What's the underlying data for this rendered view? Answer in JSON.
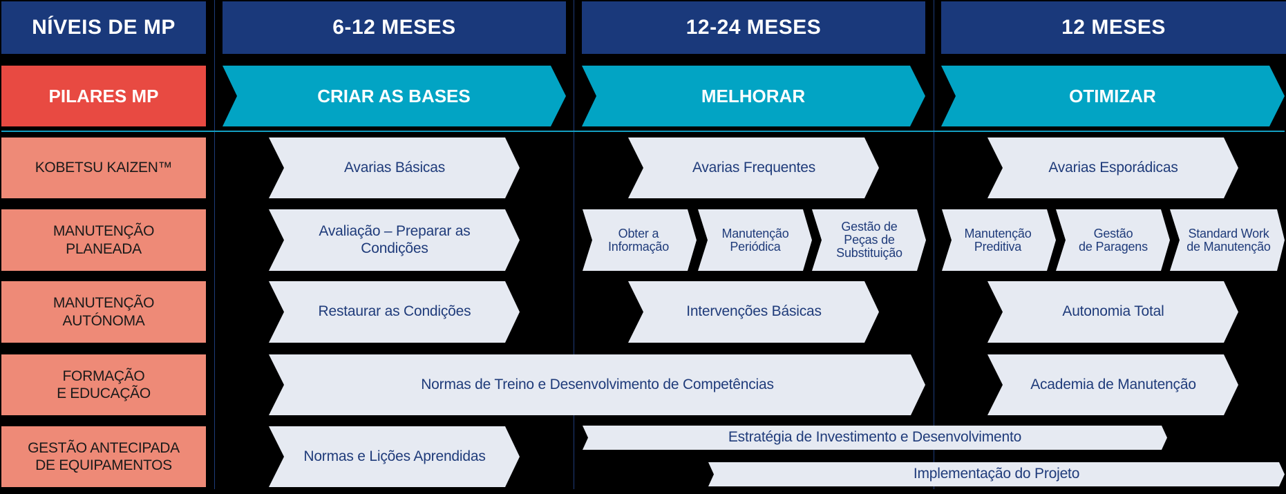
{
  "header": {
    "levels_label": "NÍVEIS DE MP",
    "pillars_label": "PILARES MP",
    "periods": [
      "6-12 MESES",
      "12-24 MESES",
      "12 MESES"
    ],
    "phases": [
      "CRIAR AS BASES",
      "MELHORAR",
      "OTIMIZAR"
    ]
  },
  "pillars": [
    "KOBETSU KAIZEN™",
    "MANUTENÇÃO\nPLANEADA",
    "MANUTENÇÃO\nAUTÓNOMA",
    "FORMAÇÃO\nE EDUCAÇÃO",
    "GESTÃO ANTECIPADA\nDE EQUIPAMENTOS"
  ],
  "activities": {
    "kobetsu_kaizen": [
      "Avarias Básicas",
      "Avarias Frequentes",
      "Avarias Esporádicas"
    ],
    "manutencao_planeada": [
      "Avaliação – Preparar as\nCondições",
      "Obter a\nInformação",
      "Manutenção\nPeriódica",
      "Gestão de\nPeças de\nSubstituição",
      "Manutenção\nPreditiva",
      "Gestão\nde Paragens",
      "Standard Work\nde Manutenção"
    ],
    "manutencao_autonoma": [
      "Restaurar as Condições",
      "Intervenções Básicas",
      "Autonomia Total"
    ],
    "formacao_educacao": [
      "Normas de Treino e Desenvolvimento de Competências",
      "Academia de Manutenção"
    ],
    "gestao_antecipada": [
      "Normas e Lições Aprendidas",
      "Estratégia de Investimento e Desenvolvimento",
      "Implementação do Projeto"
    ]
  },
  "colors": {
    "header_navy": "#1a397b",
    "pillar_header_red": "#e84a42",
    "pillar_salmon": "#ee8a77",
    "phase_teal": "#02a4c4",
    "activity_fill": "#e6eaf2",
    "activity_text": "#1f3b7a",
    "background": "#000000"
  }
}
